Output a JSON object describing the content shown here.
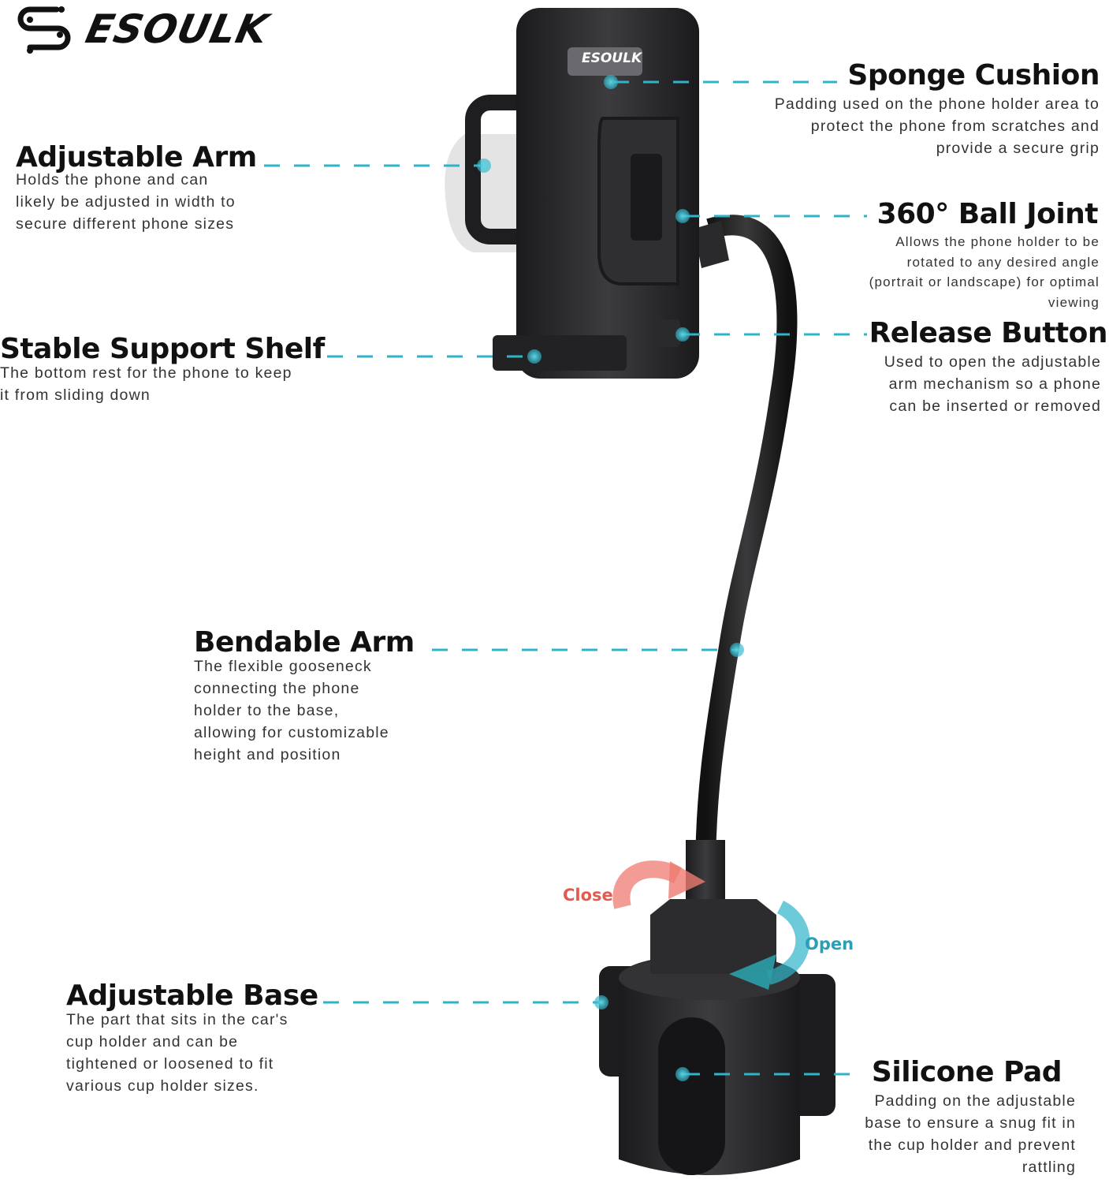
{
  "brand": {
    "logo_text": "ESOULK",
    "holder_logo_text": "ESOULK"
  },
  "colors": {
    "accent": "#2fb3c7",
    "close": "#e55a4f",
    "open": "#2a9fb8",
    "product": "#2b2b2d"
  },
  "callouts": {
    "sponge_cushion": {
      "title": "Sponge Cushion",
      "desc": [
        "Padding used on the phone holder area to",
        "protect the phone from scratches and",
        "provide a secure grip"
      ]
    },
    "adjustable_arm": {
      "title": "Adjustable Arm",
      "desc": [
        "Holds the phone and can",
        "likely be adjusted in width to",
        "secure different phone sizes"
      ]
    },
    "ball_joint": {
      "title": "360° Ball Joint",
      "desc": [
        "Allows the phone holder to be",
        "rotated to any desired angle",
        "(portrait or landscape) for optimal",
        "viewing"
      ]
    },
    "release_button": {
      "title": "Release Button",
      "desc": [
        "Used to open the adjustable",
        "arm mechanism so a phone",
        "can be inserted or removed"
      ]
    },
    "support_shelf": {
      "title": "Stable Support Shelf",
      "desc": [
        "The bottom rest for the phone to keep",
        "it from sliding down"
      ]
    },
    "bendable_arm": {
      "title": "Bendable Arm",
      "desc": [
        "The flexible gooseneck",
        "connecting the phone",
        "holder to the base,",
        "allowing for customizable",
        "height and position"
      ]
    },
    "adjustable_base": {
      "title": "Adjustable Base",
      "desc": [
        "The part that sits in the car's",
        "cup holder and can be",
        "tightened or loosened to fit",
        "various cup holder sizes."
      ]
    },
    "silicone_pad": {
      "title": "Silicone Pad",
      "desc": [
        "Padding on the adjustable",
        "base to ensure a snug fit in",
        "the cup holder and prevent",
        "rattling"
      ]
    }
  },
  "rotation": {
    "close_label": "Close",
    "open_label": "Open"
  }
}
